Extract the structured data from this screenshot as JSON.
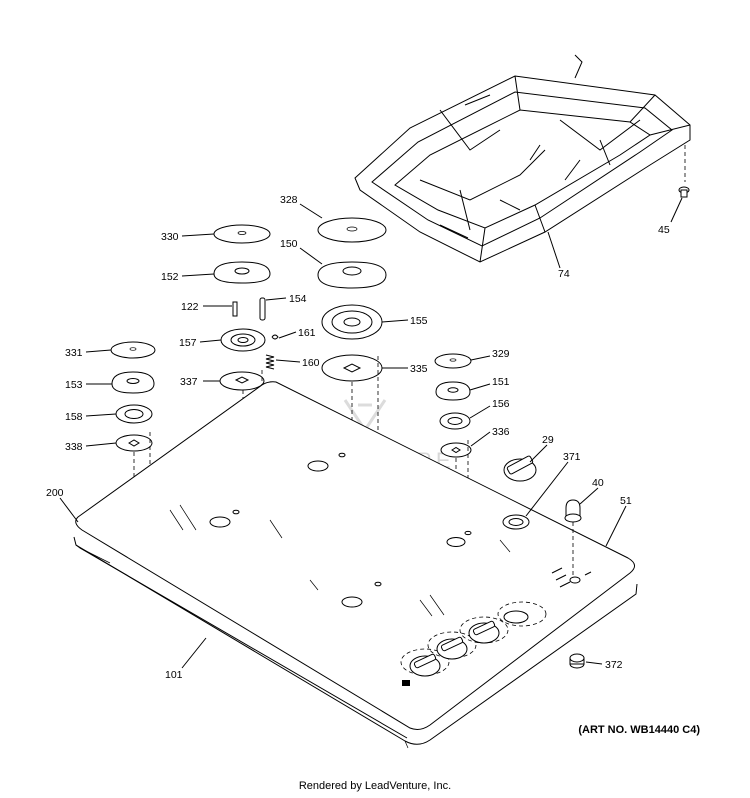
{
  "callouts": [
    {
      "id": "c330",
      "text": "330"
    },
    {
      "id": "c328",
      "text": "328"
    },
    {
      "id": "c152",
      "text": "152"
    },
    {
      "id": "c150",
      "text": "150"
    },
    {
      "id": "c122",
      "text": "122"
    },
    {
      "id": "c154",
      "text": "154"
    },
    {
      "id": "c157",
      "text": "157"
    },
    {
      "id": "c161",
      "text": "161"
    },
    {
      "id": "c155",
      "text": "155"
    },
    {
      "id": "c160",
      "text": "160"
    },
    {
      "id": "c331",
      "text": "331"
    },
    {
      "id": "c337",
      "text": "337"
    },
    {
      "id": "c335",
      "text": "335"
    },
    {
      "id": "c329",
      "text": "329"
    },
    {
      "id": "c153",
      "text": "153"
    },
    {
      "id": "c151",
      "text": "151"
    },
    {
      "id": "c158",
      "text": "158"
    },
    {
      "id": "c156",
      "text": "156"
    },
    {
      "id": "c338",
      "text": "338"
    },
    {
      "id": "c336",
      "text": "336"
    },
    {
      "id": "c29",
      "text": "29"
    },
    {
      "id": "c371",
      "text": "371"
    },
    {
      "id": "c200",
      "text": "200"
    },
    {
      "id": "c40",
      "text": "40"
    },
    {
      "id": "c51",
      "text": "51"
    },
    {
      "id": "c45",
      "text": "45"
    },
    {
      "id": "c74",
      "text": "74"
    },
    {
      "id": "c101",
      "text": "101"
    },
    {
      "id": "c372",
      "text": "372"
    }
  ],
  "watermark": "LEADVENTURE",
  "art_number": "(ART NO. WB14440 C4)",
  "footer": "Rendered by LeadVenture, Inc."
}
